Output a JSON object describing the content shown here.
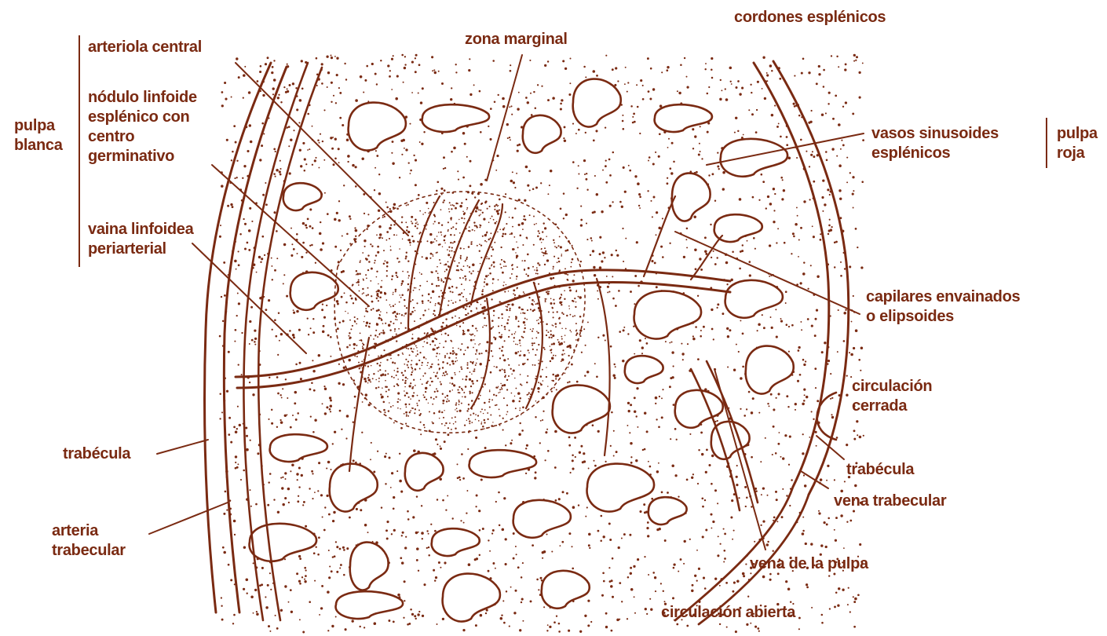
{
  "colors": {
    "ink": "#7a2a12",
    "background": "#ffffff"
  },
  "labels": {
    "pulpa_blanca": "pulpa\nblanca",
    "arteriola_central": "arteriola central",
    "nodulo": "nódulo linfoide\nesplénico con\ncentro\ngerminativo",
    "vaina": "vaina linfoidea\nperiarterial",
    "zona_marginal": "zona marginal",
    "cordones": "cordones esplénicos",
    "vasos_sinusoides": "vasos sinusoides\nesplénicos",
    "pulpa_roja": "pulpa\nroja",
    "capilares": "capilares envainados\no elipsoides",
    "circ_cerrada": "circulación\ncerrada",
    "trabecula_right": "trabécula",
    "vena_trabecular": "vena trabecular",
    "vena_pulpa": "vena de la pulpa",
    "circ_abierta": "circulación abierta",
    "trabecula_left": "trabécula",
    "arteria_trabecular": "arteria\ntrabecular"
  }
}
